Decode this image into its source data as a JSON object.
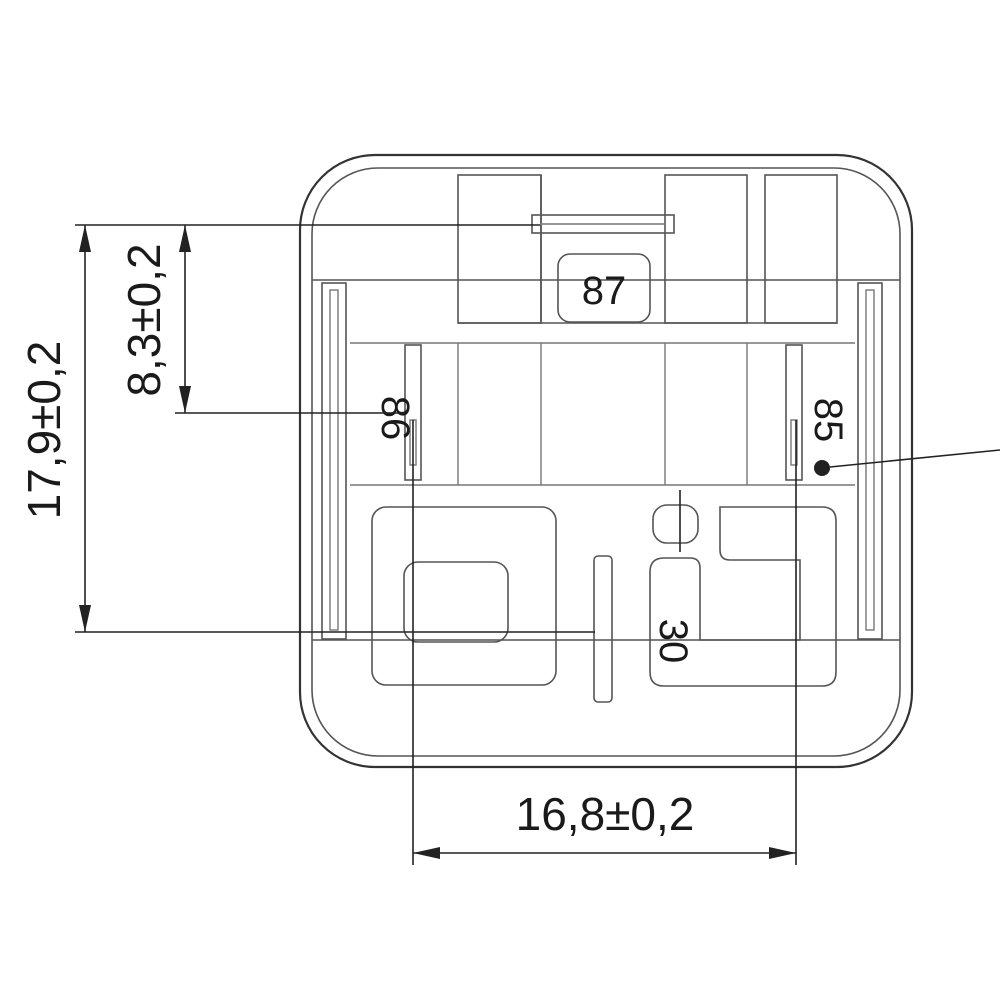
{
  "dimensions": {
    "overall_height": "17,9±0,2",
    "pin87_offset": "8,3±0,2",
    "pin_spacing": "16,8±0,2"
  },
  "pins": {
    "p87": "87",
    "p86": "86",
    "p85": "85",
    "p30": "30"
  },
  "colors": {
    "line": "#333333",
    "background": "#ffffff"
  }
}
